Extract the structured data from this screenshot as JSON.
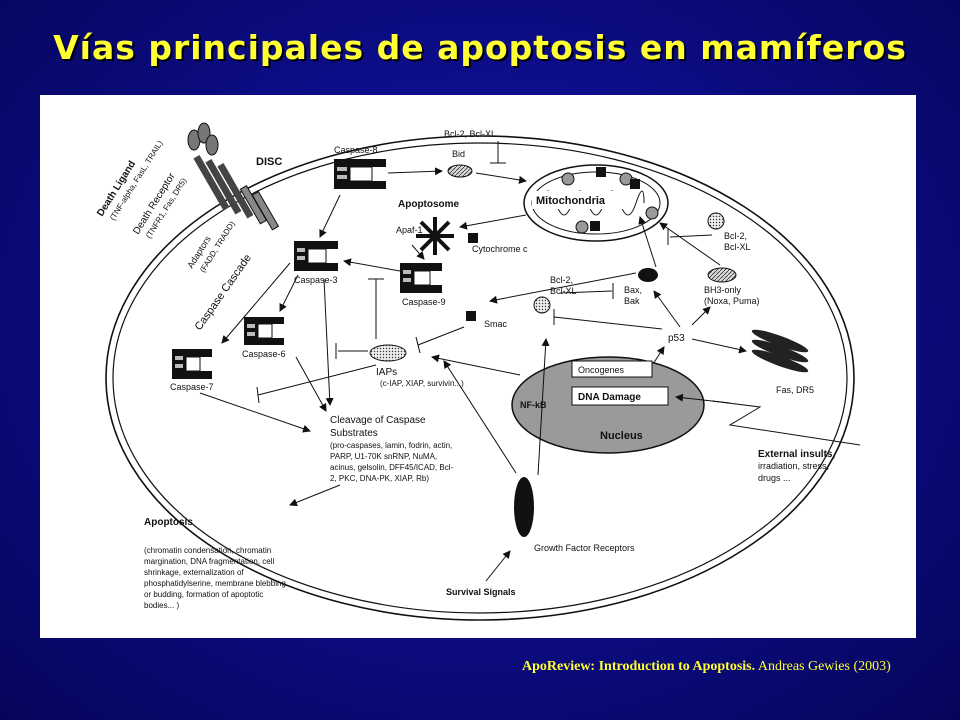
{
  "title": "Vías principales de apoptosis en mamíferos",
  "citation": {
    "bold": "ApoReview: Introduction to Apoptosis.",
    "rest": " Andreas Gewies (2003)"
  },
  "diagram": {
    "death_ligand": "Death Ligand",
    "death_ligand_sub": "(TNF-alpha, FasL, TRAIL)",
    "death_receptor": "Death Receptor",
    "death_receptor_sub": "(TNFR1, Fas, DR5)",
    "adaptors": "Adaptors",
    "adaptors_sub": "(FADD, TRADD)",
    "disc": "DISC",
    "caspase8": "Caspase-8",
    "caspase3": "Caspase-3",
    "caspase9": "Caspase-9",
    "caspase6": "Caspase-6",
    "caspase7": "Caspase-7",
    "caspase_cascade": "Caspase Cascade",
    "bcl2_top": "Bcl-2, Bcl-XL",
    "bid": "Bid",
    "mitochondria": "Mitochondria",
    "apoptosome": "Apoptosome",
    "apaf1": "Apaf-1",
    "cytochrome_c": "Cytochrome c",
    "bcl2_right_1": "Bcl-2,",
    "bcl2_right_2": "Bcl-XL",
    "bh3_1": "BH3-only",
    "bh3_2": "(Noxa, Puma)",
    "bcl2_mid_1": "Bcl-2,",
    "bcl2_mid_2": "Bcl-XL",
    "bax_1": "Bax,",
    "bax_2": "Bak",
    "smac": "Smac",
    "p53": "p53",
    "iaps": "IAPs",
    "iaps_sub": "(c-IAP, XIAP, survivin...)",
    "oncogenes": "Oncogenes",
    "dna_damage": "DNA Damage",
    "nfkb": "NF-kB",
    "nucleus": "Nucleus",
    "fas_dr5": "Fas, DR5",
    "external_1": "External insults,",
    "external_2": "irradiation, stress,",
    "external_3": "drugs ...",
    "cleavage_lines": [
      "Cleavage of Caspase",
      "Substrates"
    ],
    "substrates_lines": [
      "(pro-caspases, lamin, fodrin, actin,",
      "PARP, U1-70K snRNP, NuMA,",
      "acinus, gelsolin, DFF45/ICAD, Bcl-",
      "2, PKC, DNA-PK, XIAP, Rb)"
    ],
    "apoptosis_title": "Apoptosis",
    "apoptosis_lines": [
      "(chromatin condensation, chromatin",
      "margination, DNA fragmentation, cell",
      "shrinkage, externalization of",
      "phosphatidylserine, membrane blebbing",
      "or budding, formation of apoptotic",
      "bodies...   )"
    ],
    "growth_factor": "Growth Factor Receptors",
    "survival": "Survival Signals"
  },
  "colors": {
    "title": "#ffff33",
    "citation": "#ffff33",
    "background": "#0d0d8a",
    "nucleus_fill": "#999999"
  }
}
